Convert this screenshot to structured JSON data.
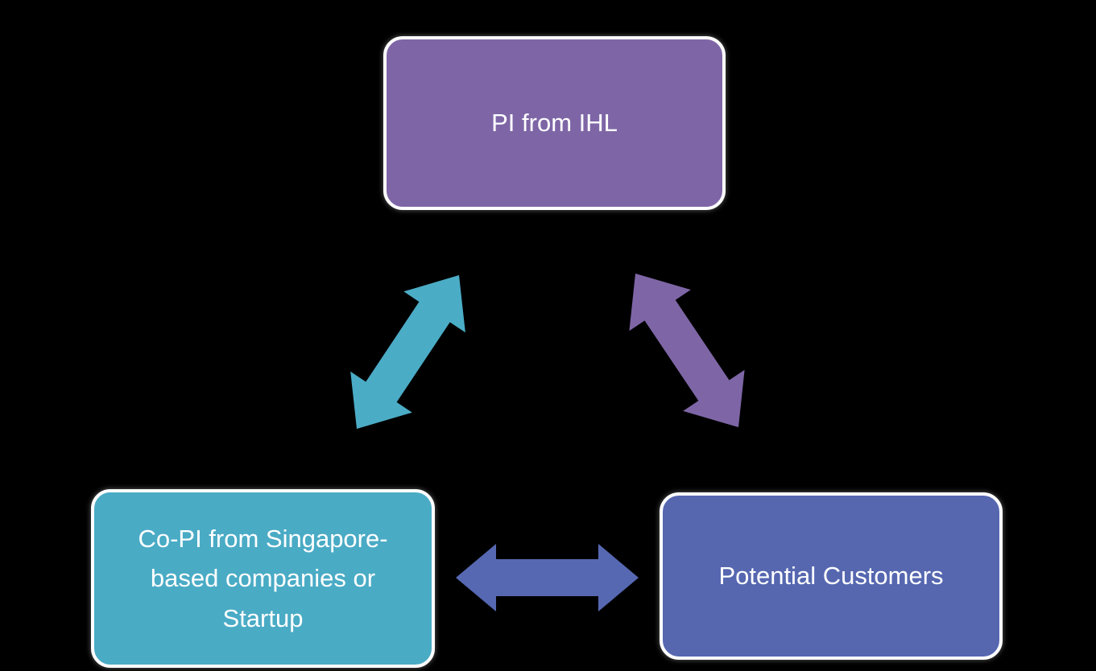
{
  "diagram": {
    "background_color": "#000000",
    "text_color": "#ffffff",
    "nodes": [
      {
        "id": "pi-from-ihl",
        "label": "PI from IHL",
        "fill": "#7e66a6"
      },
      {
        "id": "co-pi-singapore",
        "label": "Co-PI from Singapore-\nbased companies or\nStartup",
        "fill": "#4aabc5"
      },
      {
        "id": "potential-customers",
        "label": "Potential Customers",
        "fill": "#5667b0"
      }
    ],
    "connections": [
      {
        "from": "pi-from-ihl",
        "to": "co-pi-singapore",
        "type": "double-headed-arrow",
        "color": "#4bacc6"
      },
      {
        "from": "pi-from-ihl",
        "to": "potential-customers",
        "type": "double-headed-arrow",
        "color": "#7e66a6"
      },
      {
        "from": "co-pi-singapore",
        "to": "potential-customers",
        "type": "double-headed-arrow",
        "color": "#5668b2"
      }
    ]
  }
}
